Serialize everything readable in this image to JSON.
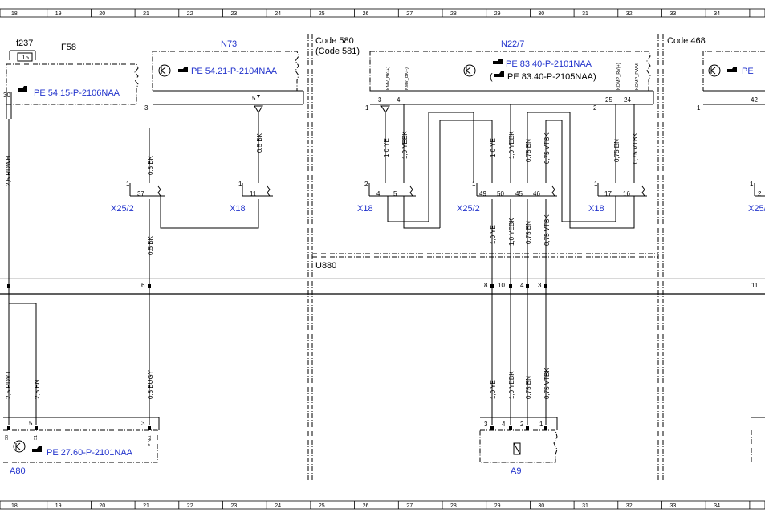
{
  "ruler": {
    "numbers": [
      "18",
      "19",
      "20",
      "21",
      "22",
      "23",
      "24",
      "25",
      "26",
      "27",
      "28",
      "29",
      "30",
      "31",
      "32",
      "33",
      "34"
    ]
  },
  "components": {
    "f237": "f237",
    "f237_val": "15",
    "F58": "F58",
    "N73": "N73",
    "N22_7": "N22/7",
    "A80": "A80",
    "A9": "A9",
    "X25_2": "X25/2",
    "X18": "X18",
    "U880": "U880"
  },
  "codes": {
    "code_580": "Code 580",
    "code_581": "(Code 581)",
    "code_468": "Code 468"
  },
  "refs": {
    "f58_ref": "PE 54.15-P-2106NAA",
    "n73_ref": "PE 54.21-P-2104NAA",
    "n22_ref1": "PE 83.40-P-2101NAA",
    "n22_ref2_open": "(",
    "n22_ref2": "PE 83.40-P-2105NAA)",
    "a80_ref": "PE 27.60-P-2101NAA",
    "c468_ref": "PE"
  },
  "wires": {
    "rdwh": "2,5 RDWH",
    "bk_n73": "0,5 BK",
    "bk_x25_up": "0,5 BK",
    "bk_x25_down": "0,5 BK",
    "bugy": "0,5 BUGY",
    "rdvt": "2,5 RDVT",
    "bn_a80": "2,5 BN",
    "ye_top": "1,0 YE",
    "yebk_top": "1,0 YEBK",
    "ye_mid": "1,0 YE",
    "yebk_mid": "1,0 YEBK",
    "bn_mid": "0,75 BN",
    "vtbk_mid": "0,75 VTBK",
    "bn_right": "0,75 BN",
    "vtbk_right": "0,75 VTBK",
    "ye_low": "1,0 YE",
    "yebk_low": "1,0 YEBK",
    "bn_low": "0,75 BN",
    "vtbk_low": "0,75 VTBK",
    "ye_bot": "1,0 YE",
    "yebk_bot": "1,0 YEBK",
    "bn_bot": "0,75 BN",
    "vtbk_bot": "0,75 VTBK"
  },
  "pins": {
    "f58_30": "30",
    "n73_3": "3",
    "n73_5": "5",
    "x25_1": "1",
    "x25_37": "37",
    "x18_1": "1",
    "x18_11": "11",
    "bus_6": "6",
    "a80_5": "5",
    "a80_3": "3",
    "a80_30": "30",
    "a80_31": "31",
    "a80_pnct": "P Nct",
    "n22_1": "1",
    "n22_3": "3",
    "n22_4": "4",
    "n22_2": "2",
    "n22_25": "25",
    "n22_24": "24",
    "x18b_2": "2",
    "x18b_4": "4",
    "x18b_5": "5",
    "x25b_1": "1",
    "x25b_49": "49",
    "x25b_50": "50",
    "x25b_45": "45",
    "x25b_46": "46",
    "x18c_1": "1",
    "x18c_17": "17",
    "x18c_16": "16",
    "u880_8": "8",
    "u880_10": "10",
    "u880_4": "4",
    "u880_3": "3",
    "a9_3": "3",
    "a9_4": "4",
    "a9_2": "2",
    "a9_1": "1",
    "c468_1": "1",
    "c468_42": "42",
    "c468_2": "2",
    "bus_11": "11"
  },
  "signals": {
    "kmv_bk_plus": "KMV_BK(+)",
    "kmv_bk_minus": "KMV_BK(-)",
    "komp_rv": "KOMP_RV(+)",
    "komp_pwm": "KOMP_PWM"
  }
}
